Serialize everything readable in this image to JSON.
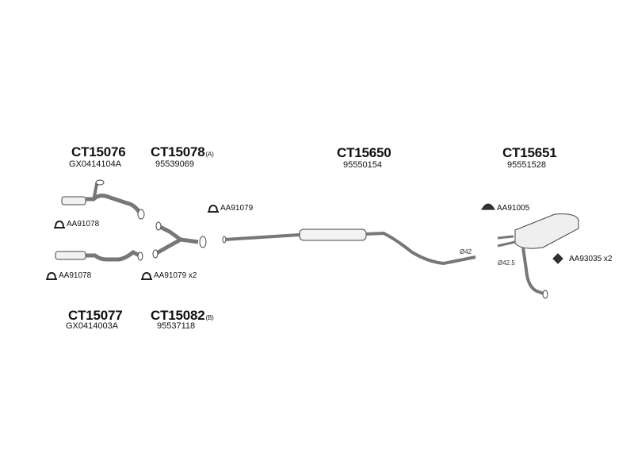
{
  "parts": {
    "ct15076": {
      "code": "CT15076",
      "ref": "GX0414104A"
    },
    "ct15078": {
      "code": "CT15078",
      "note": "(A)",
      "ref": "95539069"
    },
    "ct15650": {
      "code": "CT15650",
      "ref": "95550154"
    },
    "ct15651": {
      "code": "CT15651",
      "ref": "95551528"
    },
    "ct15077": {
      "code": "CT15077",
      "ref": "GX0414003A"
    },
    "ct15082": {
      "code": "CT15082",
      "note": "(B)",
      "ref": "95537118"
    }
  },
  "clamps": {
    "aa91078_top": "AA91078",
    "aa91078_bottom": "AA91078",
    "aa91079_center": "AA91079",
    "aa91079_x2": "AA91079 x2",
    "aa91005": "AA91005",
    "aa93035_x2": "AA93035 x2"
  },
  "dimensions": {
    "d42": "Ø42",
    "d42_5": "Ø42.5"
  }
}
